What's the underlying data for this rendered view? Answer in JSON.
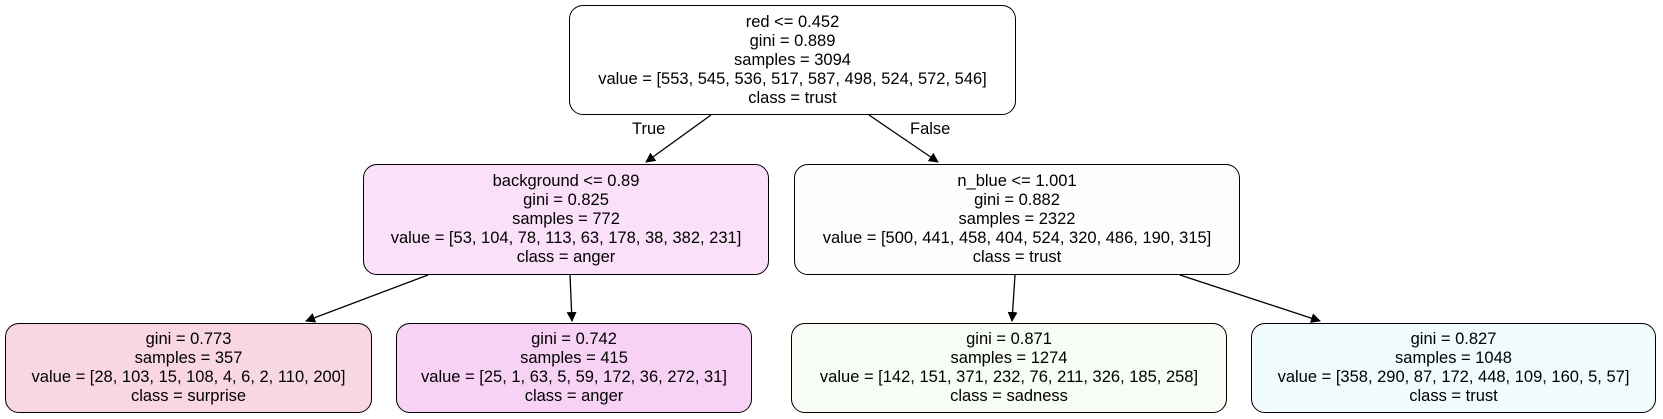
{
  "colors": {
    "root": "#ffffff",
    "left": "#fae0f8",
    "right": "#fcfefd",
    "leaf_ll": "#f9d7e0",
    "leaf_lr": "#f7d2f4",
    "leaf_rl": "#f7fcf5",
    "leaf_rr": "#effbfc",
    "edge": "#000000"
  },
  "edges": {
    "true_label": "True",
    "false_label": "False"
  },
  "nodes": {
    "root": {
      "split": "red <= 0.452",
      "gini": "gini = 0.889",
      "samples": "samples = 3094",
      "value": "value = [553, 545, 536, 517, 587, 498, 524, 572, 546]",
      "class": "class = trust"
    },
    "left": {
      "split": "background <= 0.89",
      "gini": "gini = 0.825",
      "samples": "samples = 772",
      "value": "value = [53, 104, 78, 113, 63, 178, 38, 382, 231]",
      "class": "class = anger"
    },
    "right": {
      "split": "n_blue <= 1.001",
      "gini": "gini = 0.882",
      "samples": "samples = 2322",
      "value": "value = [500, 441, 458, 404, 524, 320, 486, 190, 315]",
      "class": "class = trust"
    },
    "leaf_ll": {
      "gini": "gini = 0.773",
      "samples": "samples = 357",
      "value": "value = [28, 103, 15, 108, 4, 6, 2, 110, 200]",
      "class": "class = surprise"
    },
    "leaf_lr": {
      "gini": "gini = 0.742",
      "samples": "samples = 415",
      "value": "value = [25, 1, 63, 5, 59, 172, 36, 272, 31]",
      "class": "class = anger"
    },
    "leaf_rl": {
      "gini": "gini = 0.871",
      "samples": "samples = 1274",
      "value": "value = [142, 151, 371, 232, 76, 211, 326, 185, 258]",
      "class": "class = sadness"
    },
    "leaf_rr": {
      "gini": "gini = 0.827",
      "samples": "samples = 1048",
      "value": "value = [358, 290, 87, 172, 448, 109, 160, 5, 57]",
      "class": "class = trust"
    }
  }
}
